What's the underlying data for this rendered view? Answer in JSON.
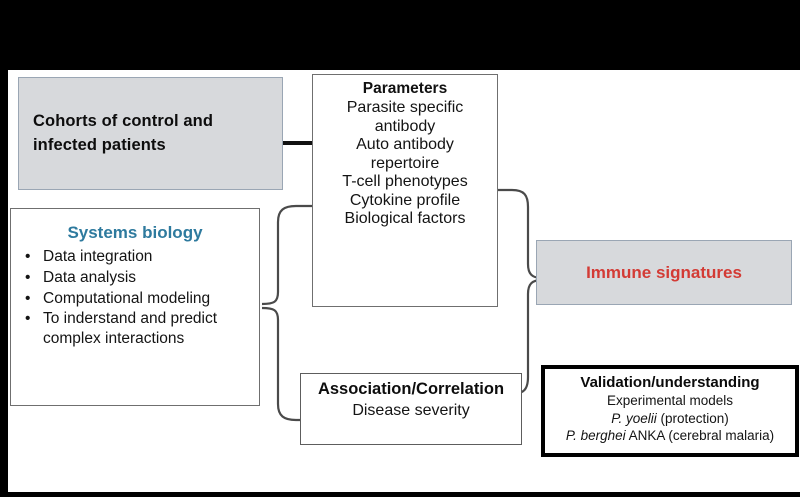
{
  "diagram": {
    "title_hidden": "",
    "cohorts": {
      "name": "Cohorts of control and infected patients",
      "line1": "Cohorts  of control and",
      "line2": "infected patients",
      "fill": "#d7d9dc",
      "border": "#9aa6b4"
    },
    "parameters": {
      "header": "Parameters",
      "items": [
        "Parasite specific",
        "antibody",
        "Auto antibody",
        "repertoire",
        "T-cell phenotypes",
        "Cytokine profile",
        "Biological factors"
      ],
      "fill": "#ffffff",
      "border": "#6f6f6f"
    },
    "systems_biology": {
      "header": "Systems biology",
      "header_color": "#2e7a9e",
      "bullets": [
        {
          "text": "Data integration",
          "cont": ""
        },
        {
          "text": "Data analysis",
          "cont": ""
        },
        {
          "text": "Computational modeling",
          "cont": ""
        },
        {
          "text": "To inderstand and predict",
          "cont": "complex interactions"
        }
      ],
      "bullet_glyph": "•",
      "fill": "#ffffff",
      "border": "#6f6f6f"
    },
    "association": {
      "header": "Association/Correlation",
      "sub": "Disease severity",
      "fill": "#ffffff",
      "border": "#5d5d5d"
    },
    "immune_signatures": {
      "label": "Immune signatures",
      "color": "#d33b35",
      "fill": "#d7d9dc",
      "border": "#9aa6b4"
    },
    "validation": {
      "header": "Validation/understanding",
      "line_models": "Experimental models",
      "species1_italic": "P. yoelii",
      "species1_rest": " (protection)",
      "species2_italic": "P. berghei",
      "species2_rest": " ANKA (cerebral malaria)",
      "fill": "#ffffff",
      "border": "#000000"
    },
    "connectors": {
      "cohorts_to_parameters": "straight-line",
      "sysbio_brace": "right-curly-brace",
      "outputs_brace": "right-curly-brace"
    }
  }
}
